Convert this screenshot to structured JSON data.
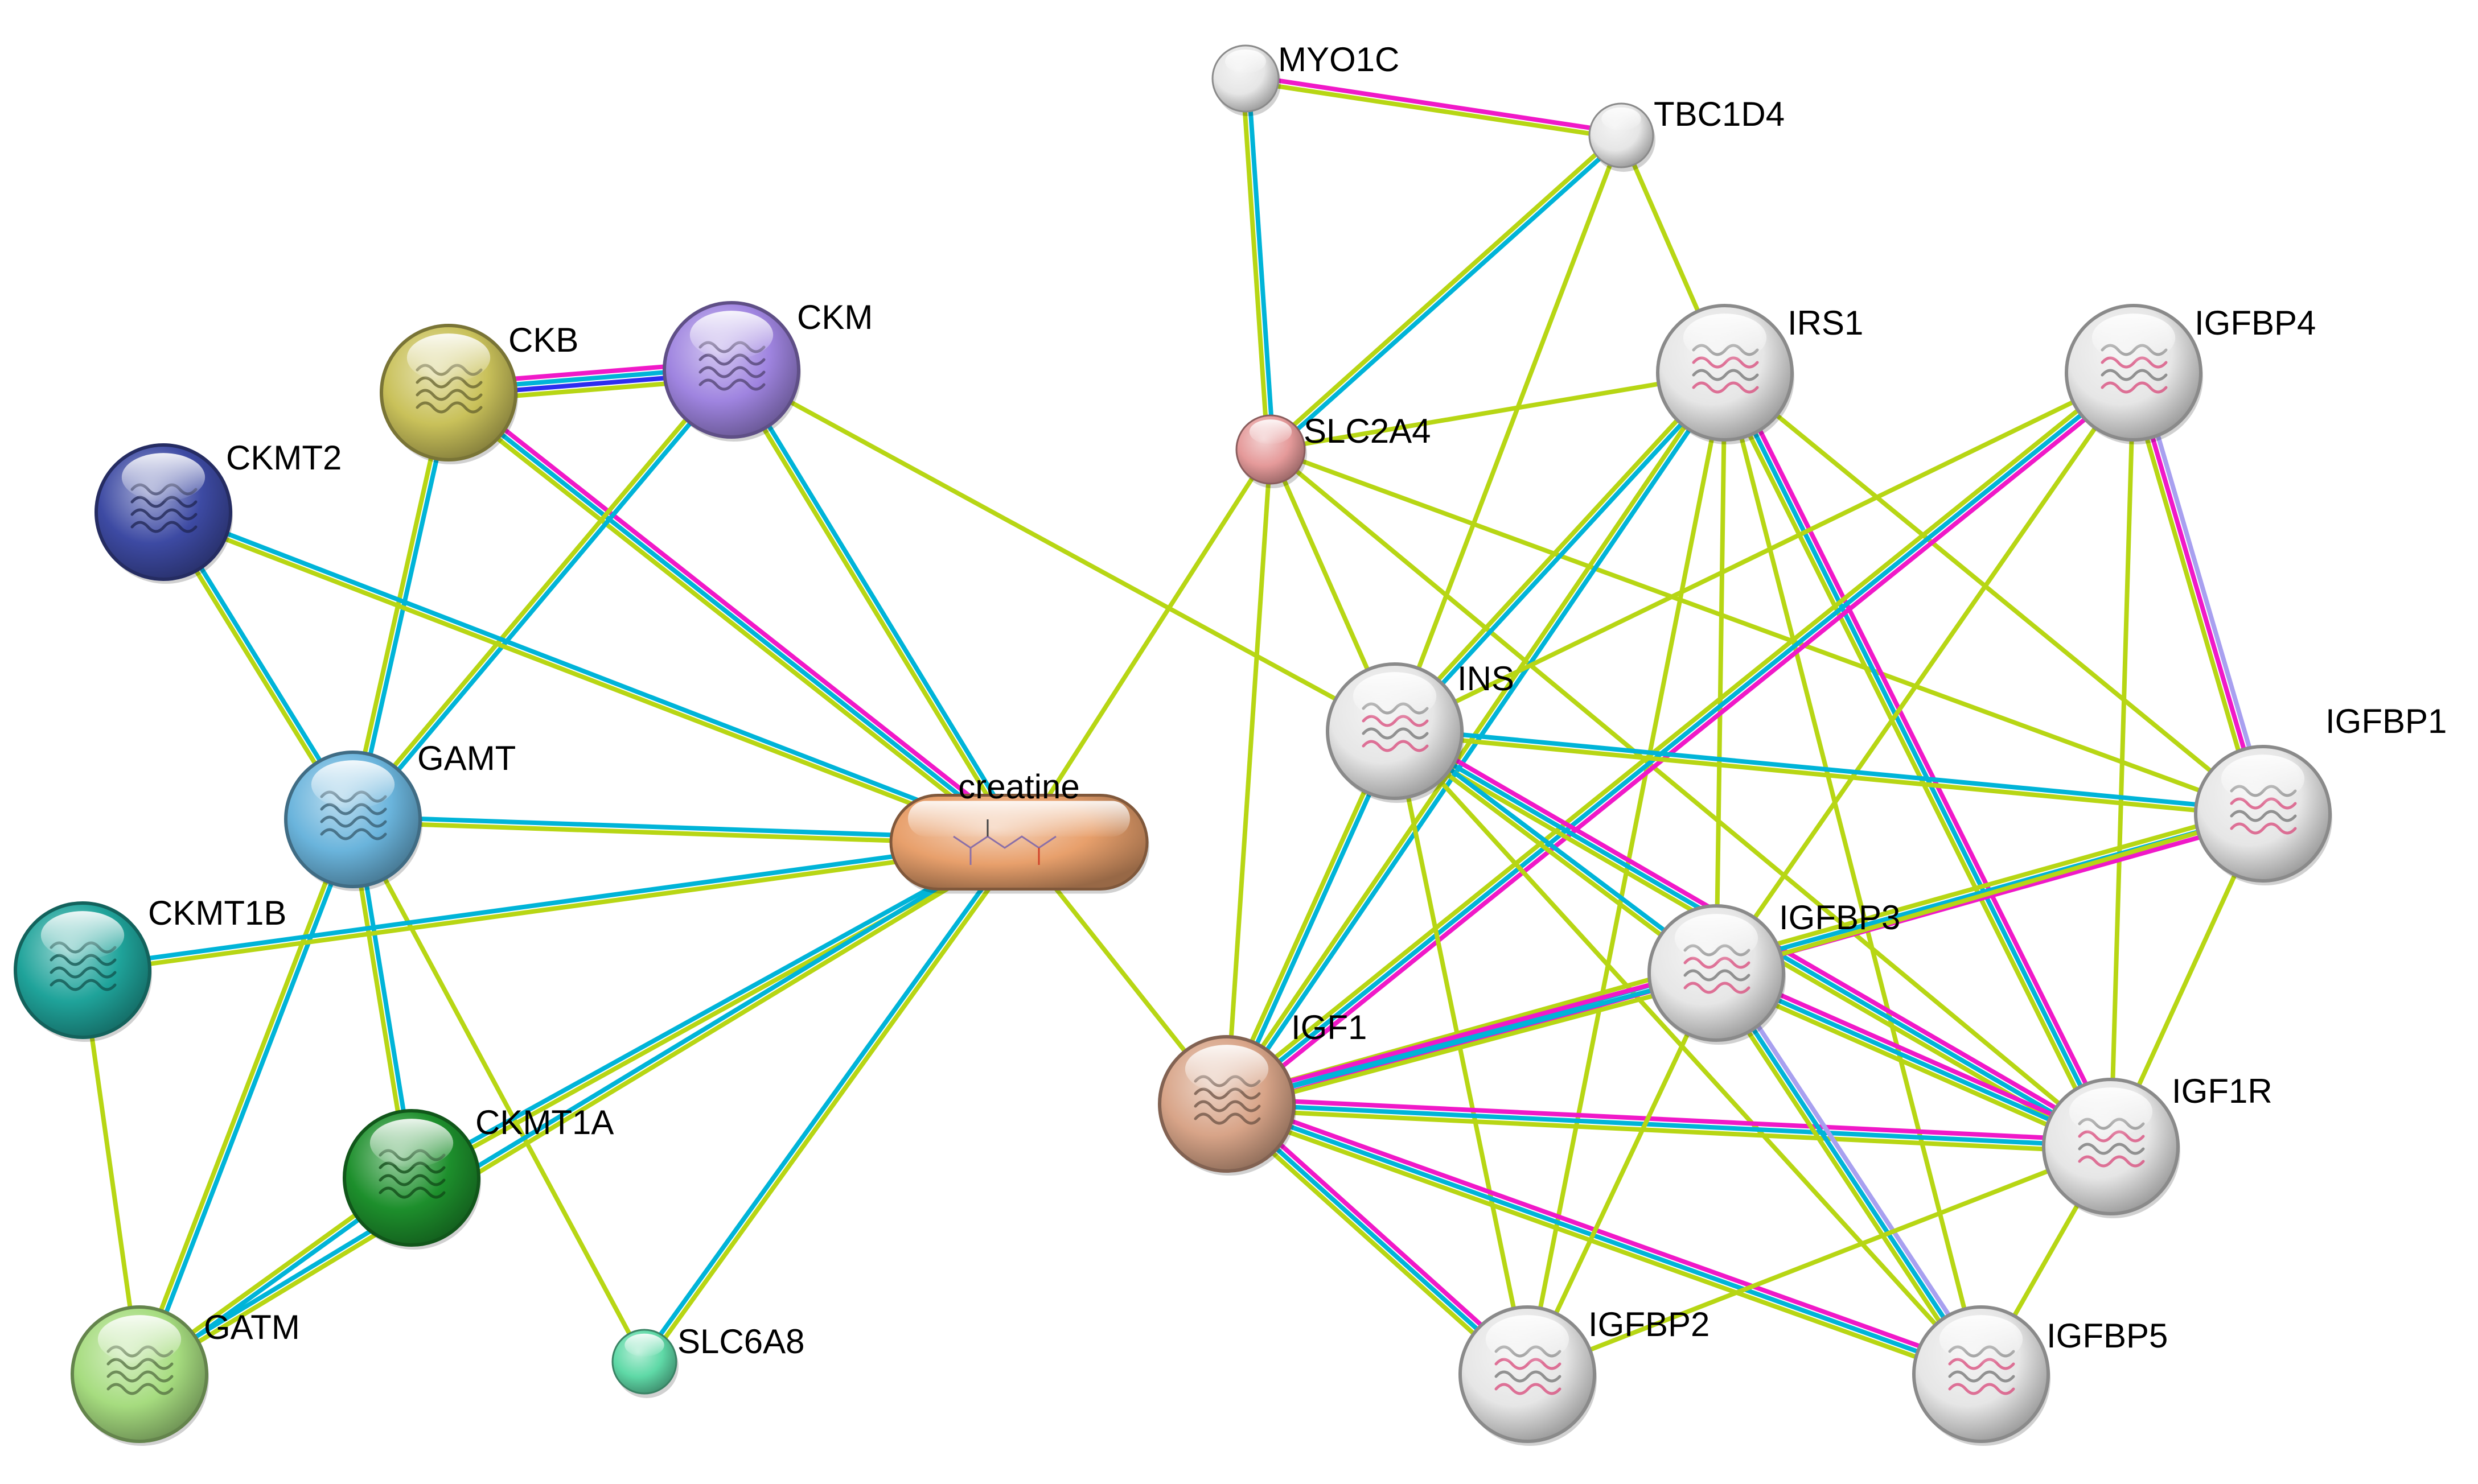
{
  "network": {
    "nodes": [
      {
        "id": "MYO1C",
        "label": "MYO1C",
        "color": "#e6e6e6",
        "kind": "plain"
      },
      {
        "id": "TBC1D4",
        "label": "TBC1D4",
        "color": "#e6e6e6",
        "kind": "plain"
      },
      {
        "id": "CKB",
        "label": "CKB",
        "color": "#c9c15a",
        "kind": "structure"
      },
      {
        "id": "CKM",
        "label": "CKM",
        "color": "#9f84e0",
        "kind": "structure"
      },
      {
        "id": "CKMT2",
        "label": "CKMT2",
        "color": "#3d4aa3",
        "kind": "structure"
      },
      {
        "id": "GAMT",
        "label": "GAMT",
        "color": "#6ab4dc",
        "kind": "structure"
      },
      {
        "id": "CKMT1B",
        "label": "CKMT1B",
        "color": "#1fa39a",
        "kind": "structure"
      },
      {
        "id": "CKMT1A",
        "label": "CKMT1A",
        "color": "#1d8f2c",
        "kind": "structure"
      },
      {
        "id": "GATM",
        "label": "GATM",
        "color": "#a6dc7f",
        "kind": "structure"
      },
      {
        "id": "SLC6A8",
        "label": "SLC6A8",
        "color": "#5fd9a7",
        "kind": "plain"
      },
      {
        "id": "SLC2A4",
        "label": "SLC2A4",
        "color": "#e59a9a",
        "kind": "plain"
      },
      {
        "id": "creatine",
        "label": "creatine",
        "color": "#e8a06c",
        "kind": "compound"
      },
      {
        "id": "IRS1",
        "label": "IRS1",
        "color": "#e6e6e6",
        "kind": "structure"
      },
      {
        "id": "IGFBP4",
        "label": "IGFBP4",
        "color": "#e6e6e6",
        "kind": "structure"
      },
      {
        "id": "INS",
        "label": "INS",
        "color": "#e6e6e6",
        "kind": "structure"
      },
      {
        "id": "IGFBP1",
        "label": "IGFBP1",
        "color": "#e6e6e6",
        "kind": "structure"
      },
      {
        "id": "IGFBP3",
        "label": "IGFBP3",
        "color": "#e6e6e6",
        "kind": "structure"
      },
      {
        "id": "IGF1",
        "label": "IGF1",
        "color": "#d8a488",
        "kind": "structure"
      },
      {
        "id": "IGF1R",
        "label": "IGF1R",
        "color": "#e6e6e6",
        "kind": "structure"
      },
      {
        "id": "IGFBP2",
        "label": "IGFBP2",
        "color": "#e6e6e6",
        "kind": "structure"
      },
      {
        "id": "IGFBP5",
        "label": "IGFBP5",
        "color": "#e6e6e6",
        "kind": "structure"
      }
    ],
    "edge_colors": {
      "c": "#00b4d8",
      "g": "#b7d614",
      "m": "#f019c8",
      "b": "#2d2df0",
      "p": "#a8a0f0"
    },
    "edges": [
      [
        "MYO1C",
        "TBC1D4",
        "mg"
      ],
      [
        "MYO1C",
        "SLC2A4",
        "cg"
      ],
      [
        "TBC1D4",
        "SLC2A4",
        "cg"
      ],
      [
        "TBC1D4",
        "IRS1",
        "g"
      ],
      [
        "TBC1D4",
        "INS",
        "g"
      ],
      [
        "CKB",
        "CKM",
        "mcbg"
      ],
      [
        "CKB",
        "creatine",
        "mcg"
      ],
      [
        "CKB",
        "GAMT",
        "cg"
      ],
      [
        "CKM",
        "creatine",
        "cg"
      ],
      [
        "CKM",
        "GAMT",
        "cg"
      ],
      [
        "CKM",
        "INS",
        "g"
      ],
      [
        "CKMT2",
        "creatine",
        "cg"
      ],
      [
        "CKMT2",
        "GAMT",
        "cg"
      ],
      [
        "GAMT",
        "creatine",
        "cg"
      ],
      [
        "GAMT",
        "CKMT1A",
        "cg"
      ],
      [
        "GAMT",
        "GATM",
        "cg"
      ],
      [
        "GAMT",
        "SLC6A8",
        "g"
      ],
      [
        "CKMT1B",
        "creatine",
        "cg"
      ],
      [
        "CKMT1B",
        "GATM",
        "g"
      ],
      [
        "CKMT1A",
        "creatine",
        "cg"
      ],
      [
        "CKMT1A",
        "GATM",
        "cg"
      ],
      [
        "GATM",
        "creatine",
        "cg"
      ],
      [
        "SLC6A8",
        "creatine",
        "cg"
      ],
      [
        "creatine",
        "SLC2A4",
        "g"
      ],
      [
        "creatine",
        "IGF1",
        "g"
      ],
      [
        "SLC2A4",
        "IRS1",
        "g"
      ],
      [
        "SLC2A4",
        "INS",
        "g"
      ],
      [
        "SLC2A4",
        "IGF1",
        "g"
      ],
      [
        "SLC2A4",
        "IGFBP1",
        "g"
      ],
      [
        "SLC2A4",
        "IGF1R",
        "g"
      ],
      [
        "IRS1",
        "INS",
        "cg"
      ],
      [
        "IRS1",
        "IGF1",
        "cg"
      ],
      [
        "IRS1",
        "IGF1R",
        "mcg"
      ],
      [
        "IRS1",
        "IGFBP3",
        "g"
      ],
      [
        "IRS1",
        "IGFBP1",
        "g"
      ],
      [
        "IRS1",
        "IGFBP2",
        "g"
      ],
      [
        "IRS1",
        "IGFBP5",
        "g"
      ],
      [
        "IGFBP4",
        "INS",
        "g"
      ],
      [
        "IGFBP4",
        "IGF1",
        "mcg"
      ],
      [
        "IGFBP4",
        "IGFBP1",
        "pmg"
      ],
      [
        "IGFBP4",
        "IGF1R",
        "g"
      ],
      [
        "IGFBP4",
        "IGFBP3",
        "g"
      ],
      [
        "INS",
        "IGFBP1",
        "cg"
      ],
      [
        "INS",
        "IGF1",
        "cg"
      ],
      [
        "INS",
        "IGF1R",
        "mcg"
      ],
      [
        "INS",
        "IGFBP3",
        "cg"
      ],
      [
        "INS",
        "IGFBP2",
        "g"
      ],
      [
        "INS",
        "IGFBP5",
        "g"
      ],
      [
        "IGFBP1",
        "IGF1",
        "mcg"
      ],
      [
        "IGFBP1",
        "IGF1R",
        "g"
      ],
      [
        "IGFBP1",
        "IGFBP3",
        "g"
      ],
      [
        "IGF1",
        "IGFBP3",
        "mcg"
      ],
      [
        "IGF1",
        "IGF1R",
        "mcg"
      ],
      [
        "IGF1",
        "IGFBP2",
        "mcg"
      ],
      [
        "IGF1",
        "IGFBP5",
        "mcg"
      ],
      [
        "IGFBP3",
        "IGF1R",
        "mcg"
      ],
      [
        "IGFBP3",
        "IGFBP5",
        "pcg"
      ],
      [
        "IGFBP3",
        "IGFBP2",
        "g"
      ],
      [
        "IGF1R",
        "IGFBP2",
        "g"
      ],
      [
        "IGF1R",
        "IGFBP5",
        "g"
      ]
    ]
  }
}
